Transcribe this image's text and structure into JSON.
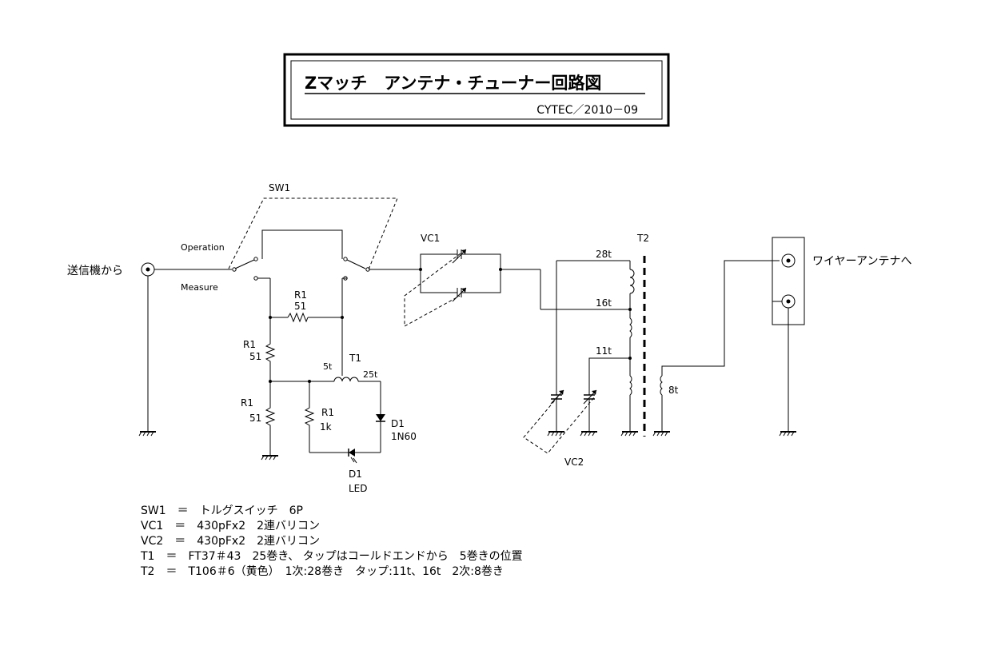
{
  "title_box": {
    "title": "Zマッチ　アンテナ・チューナー回路図",
    "credit": "CYTEC／2010－09"
  },
  "labels": {
    "input": "送信機から",
    "output": "ワイヤーアンテナへ",
    "sw1": "SW1",
    "operation": "Operation",
    "measure": "Measure",
    "vc1": "VC1",
    "vc2": "VC2",
    "t1": "T1",
    "t2": "T2",
    "r_top": "R1",
    "r_top_value": "51",
    "r_mid": "R1",
    "r_mid_value": "51",
    "r_low": "R1",
    "r_low_value": "51",
    "r_1k": "R1",
    "r_1k_value": "1k",
    "t1_primary": "5t",
    "t1_secondary": "25t",
    "d1": "D1",
    "d1_value": "1N60",
    "led": "D1",
    "led_value": "LED",
    "tap_28": "28t",
    "tap_16": "16t",
    "tap_11": "11t",
    "secondary_8": "8t"
  },
  "notes": [
    "SW1　＝　トルグスイッチ　6P",
    "VC1　＝　430pFx2　2連バリコン",
    "VC2　＝　430pFx2　2連バリコン",
    "T1　＝　FT37＃43　25巻き、 タップはコールドエンドから　5巻きの位置",
    "T2　＝　T106＃6（黄色）　1次:28巻き　タップ:11t、16t　2次:8巻き"
  ]
}
